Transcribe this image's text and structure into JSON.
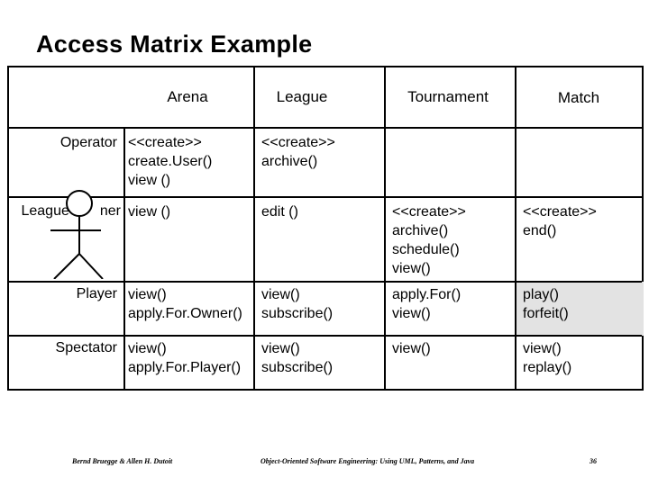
{
  "title": "Access Matrix Example",
  "columns": [
    "Arena",
    "League",
    "Tournament",
    "Match"
  ],
  "rows": [
    {
      "label": "Operator",
      "cells": [
        [
          "<<create>>",
          "create.User()",
          "view ()"
        ],
        [
          "<<create>>",
          "archive()"
        ],
        [],
        []
      ]
    },
    {
      "label": "LeagueOwner",
      "label_visible": [
        "League",
        "ner"
      ],
      "cells": [
        [
          "view ()"
        ],
        [
          "edit ()"
        ],
        [
          "<<create>>",
          "archive()",
          "schedule()",
          "view()"
        ],
        [
          "<<create>>",
          "end()"
        ]
      ]
    },
    {
      "label": "Player",
      "cells": [
        [
          "view()",
          "apply.For.Owner()"
        ],
        [
          "view()",
          "subscribe()"
        ],
        [
          "apply.For()",
          "view()"
        ],
        [
          "play()",
          "forfeit()"
        ]
      ]
    },
    {
      "label": "Spectator",
      "cells": [
        [
          "view()",
          "apply.For.Player()"
        ],
        [
          "view()",
          "subscribe()"
        ],
        [
          "view()"
        ],
        [
          "view()",
          "replay()"
        ]
      ]
    }
  ],
  "highlighted_cell": {
    "row": "Player",
    "column": "Match",
    "color": "#e3e3e3"
  },
  "footer": {
    "left": "Bernd Bruegge & Allen H. Dutoit",
    "center": "Object-Oriented Software Engineering: Using UML, Patterns, and Java",
    "page": "36"
  }
}
